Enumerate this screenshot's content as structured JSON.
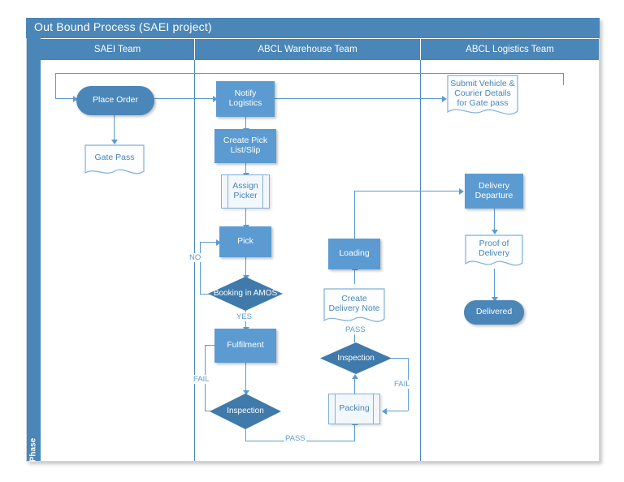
{
  "diagram": {
    "title": "Out Bound Process (SAEI project)",
    "phase_label": "Phase",
    "lanes": [
      {
        "id": "saei",
        "label": "SAEI Team"
      },
      {
        "id": "warehouse",
        "label": "ABCL Warehouse Team"
      },
      {
        "id": "logistics",
        "label": "ABCL Logistics Team"
      }
    ],
    "colors": {
      "header_blue": "#4a86b8",
      "process_blue": "#5b9bd1",
      "decision_blue": "#3f7aab",
      "document_outline": "#7fb0da",
      "connector": "#5b9bd1",
      "text_light": "#ffffff",
      "text_blue": "#4a86b8"
    },
    "nodes": [
      {
        "id": "place-order",
        "label": "Place Order",
        "shape": "terminator",
        "lane": "saei"
      },
      {
        "id": "gate-pass",
        "label": "Gate Pass",
        "shape": "document",
        "lane": "saei"
      },
      {
        "id": "notify",
        "label": "Notify Logistics",
        "shape": "process",
        "lane": "warehouse"
      },
      {
        "id": "create-pick",
        "label": "Create Pick List/Slip",
        "shape": "process",
        "lane": "warehouse"
      },
      {
        "id": "assign-picker",
        "label": "Assign Picker",
        "shape": "predefined-process",
        "lane": "warehouse"
      },
      {
        "id": "pick",
        "label": "Pick",
        "shape": "process",
        "lane": "warehouse"
      },
      {
        "id": "booking-amos",
        "label": "Booking in AMOS",
        "shape": "decision",
        "lane": "warehouse"
      },
      {
        "id": "fulfilment",
        "label": "Fulfilment",
        "shape": "process",
        "lane": "warehouse"
      },
      {
        "id": "inspection-1",
        "label": "Inspection",
        "shape": "decision",
        "lane": "warehouse"
      },
      {
        "id": "packing",
        "label": "Packing",
        "shape": "predefined-process",
        "lane": "warehouse"
      },
      {
        "id": "inspection-2",
        "label": "Inspection",
        "shape": "decision",
        "lane": "warehouse"
      },
      {
        "id": "delivery-note",
        "label": "Create Delivery Note",
        "shape": "document",
        "lane": "warehouse"
      },
      {
        "id": "loading",
        "label": "Loading",
        "shape": "process",
        "lane": "warehouse"
      },
      {
        "id": "submit-vehicle",
        "label": "Submit Vehicle & Courier Details for Gate pass",
        "shape": "document",
        "lane": "logistics"
      },
      {
        "id": "delivery-dep",
        "label": "Delivery Departure",
        "shape": "process",
        "lane": "logistics"
      },
      {
        "id": "proof",
        "label": "Proof of Delivery",
        "shape": "document",
        "lane": "logistics"
      },
      {
        "id": "delivered",
        "label": "Delivered",
        "shape": "terminator",
        "lane": "logistics"
      }
    ],
    "edge_labels": {
      "no": "NO",
      "yes": "YES",
      "fail_fulfilment": "FAIL",
      "fail_packing": "FAIL",
      "pass_inspection2": "PASS",
      "pass_packing": "PASS"
    }
  }
}
